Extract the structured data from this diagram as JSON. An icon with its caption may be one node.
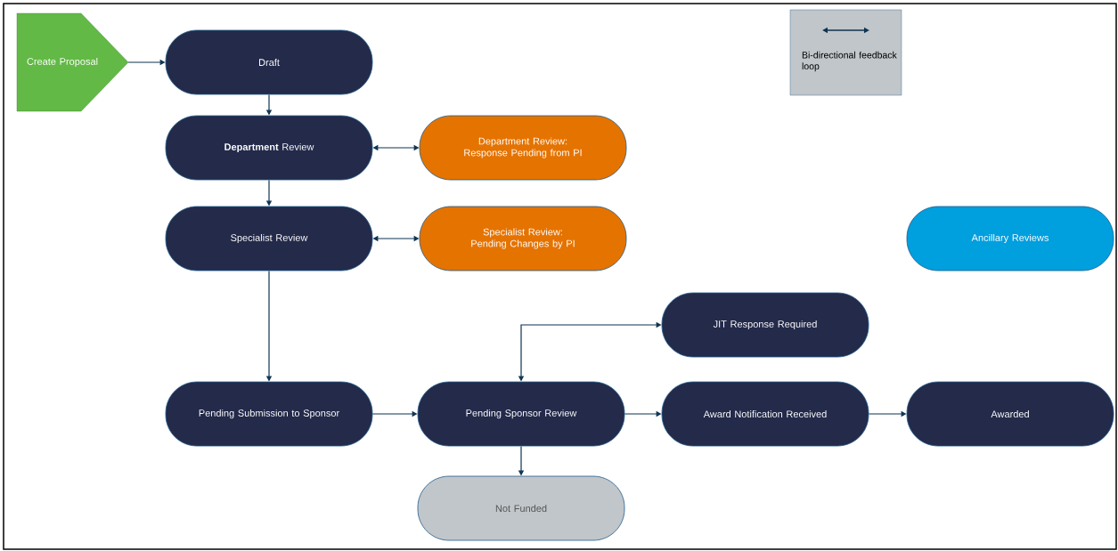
{
  "diagram": {
    "nodes": [
      {
        "text": [
          "Create Proposal"
        ]
      },
      {
        "text": [
          "Draft"
        ]
      },
      {
        "text": [
          "**Department** Review"
        ]
      },
      {
        "text": [
          "Department Review: Response Pending from PI"
        ]
      },
      {
        "text": [
          "Specialist Review"
        ]
      },
      {
        "text": [
          "Specialist Review: Pending Changes by PI"
        ]
      },
      {
        "text": [
          "Ancillary Reviews"
        ]
      },
      {
        "text": [
          "JIT Response Required"
        ]
      },
      {
        "text": [
          "Pending Submission to Sponsor"
        ]
      },
      {
        "text": [
          "Pending Sponsor Review"
        ]
      },
      {
        "text": [
          "Award Notification Received"
        ]
      },
      {
        "text": [
          "Awarded"
        ]
      },
      {
        "text": [
          "Not Funded"
        ]
      }
    ],
    "edges": [
      {
        "from": 0,
        "to": 1,
        "arrow": "to"
      },
      {
        "from": 1,
        "to": 2,
        "arrow": "to"
      },
      {
        "from": 2,
        "to": 3,
        "arrow": "both"
      },
      {
        "from": 2,
        "to": 4,
        "arrow": "to"
      },
      {
        "from": 4,
        "to": 5,
        "arrow": "both"
      },
      {
        "from": 4,
        "to": 8,
        "arrow": "to"
      },
      {
        "from": 8,
        "to": 9,
        "arrow": "to"
      },
      {
        "from": 9,
        "to": 7,
        "arrow": "both"
      },
      {
        "from": 9,
        "to": 10,
        "arrow": "to"
      },
      {
        "from": 10,
        "to": 11,
        "arrow": "to"
      },
      {
        "from": 9,
        "to": 12,
        "arrow": "to"
      }
    ],
    "legend": [
      {
        "text": "Bi-directional feedback loop"
      }
    ]
  }
}
